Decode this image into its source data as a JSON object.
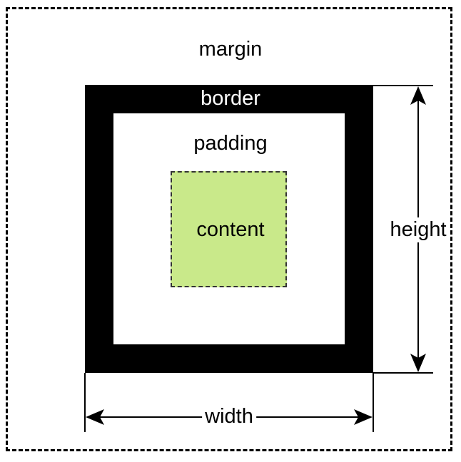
{
  "diagram": {
    "labels": {
      "margin": "margin",
      "border": "border",
      "padding": "padding",
      "content": "content",
      "height": "height",
      "width": "width"
    },
    "colors": {
      "line": "#000000",
      "border_fill": "#000000",
      "border_label_text": "#ffffff",
      "content_fill": "#c9e98a",
      "background": "#ffffff"
    }
  }
}
